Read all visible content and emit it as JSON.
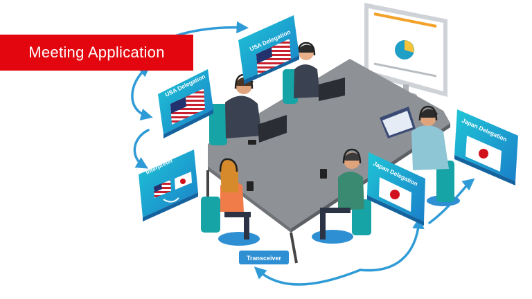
{
  "banner": {
    "title": "Meeting Application"
  },
  "signs": {
    "usa_top": "USA Delegation",
    "usa_left": "USA Delegation",
    "interpreter": "Interpreter",
    "japan_front": "Japan Delegation",
    "japan_right": "Japan Delegation"
  },
  "transceiver": {
    "label": "Transceiver"
  },
  "colors": {
    "banner_red": "#e3060f",
    "sign_teal": "#17b3c8",
    "arrow_blue": "#2f9bd6",
    "chair_teal": "#16a4a6",
    "table_gray": "#8e9195",
    "platform_blue": "#2f8fd3"
  },
  "icons": [
    "usa-flag-icon",
    "japan-flag-icon",
    "swap-arrows-icon",
    "monitor-icon",
    "pie-chart-icon",
    "laptop-icon",
    "headset-icon",
    "phone-icon"
  ]
}
